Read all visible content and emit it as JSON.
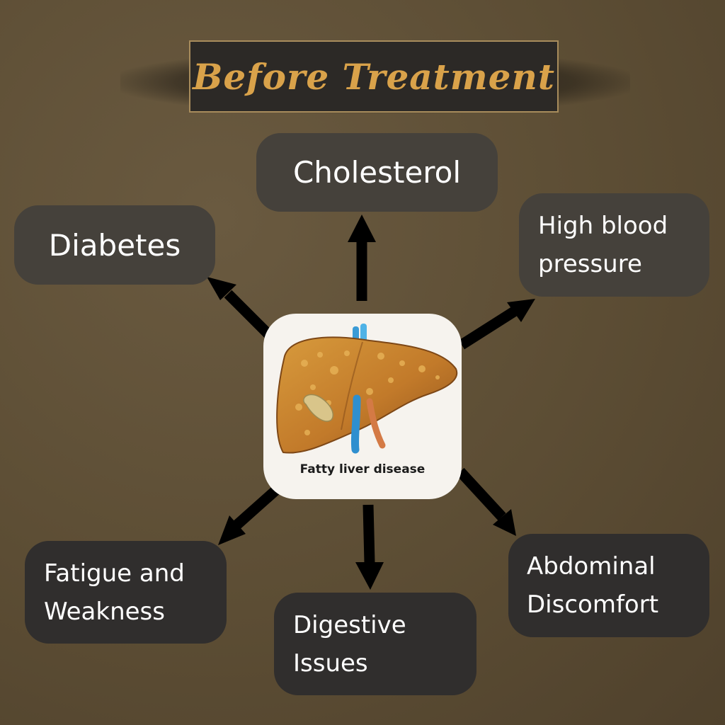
{
  "title": "Before Treatment",
  "center": {
    "caption": "Fatty liver disease",
    "icon": "liver-illustration"
  },
  "nodes": {
    "cholesterol": "Cholesterol",
    "diabetes": "Diabetes",
    "high_blood_pressure": {
      "line1": "High blood",
      "line2": "pressure"
    },
    "fatigue": {
      "line1": "Fatigue and",
      "line2": "Weakness"
    },
    "digestive": {
      "line1": "Digestive",
      "line2": "Issues"
    },
    "abdominal": {
      "line1": "Abdominal",
      "line2": "Discomfort"
    }
  },
  "colors": {
    "background": "#5c4d34",
    "title_text": "#d9a24a",
    "title_box": "#2c2926",
    "node_upper": "#45413b",
    "node_lower": "#302e2d",
    "arrow": "#000000"
  }
}
